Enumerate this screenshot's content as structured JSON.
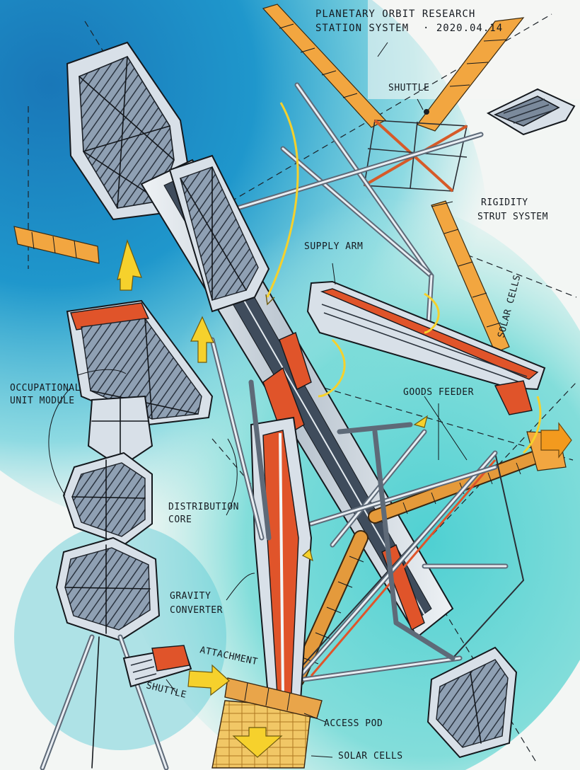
{
  "title": {
    "line1": "PLANETARY ORBIT RESEARCH",
    "line2": "STATION SYSTEM",
    "date": "· 2020.04.14"
  },
  "labels": {
    "shuttle_top": "SHUTTLE",
    "rigidity_1": "RIGIDITY",
    "rigidity_2": "STRUT SYSTEM",
    "supply_arm": "SUPPLY ARM",
    "solar_cells_vertical": "SOLAR CELLS",
    "occupational_1": "OCCUPATIONAL",
    "occupational_2": "UNIT MODULE",
    "goods_feeder": "GOODS FEEDER",
    "distribution_1": "DISTRIBUTION",
    "distribution_2": "CORE",
    "gravity_1": "GRAVITY",
    "gravity_2": "CONVERTER",
    "attachment": "ATTACHMENT",
    "shuttle_bottom": "SHUTTLE",
    "access_pod": "ACCESS POD",
    "solar_cells_bottom": "SOLAR CELLS"
  },
  "colors": {
    "space_blue": "#1f8fc9",
    "space_cyan": "#57d1d6",
    "panel_orange": "#f2a640",
    "accent_red": "#e0542a",
    "arrow_yellow": "#f6d12c",
    "hull_grey": "#d8e0e8"
  }
}
